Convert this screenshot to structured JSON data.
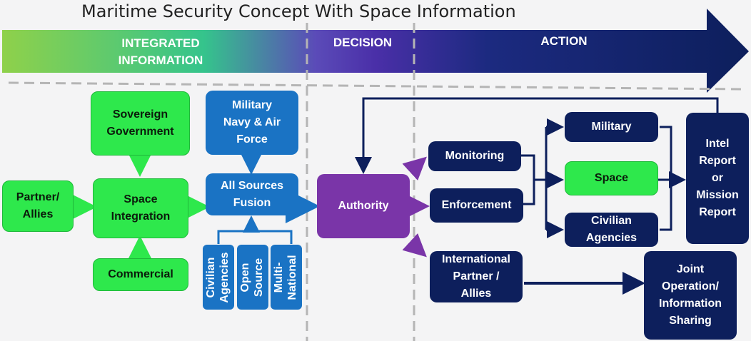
{
  "title": "Maritime Security Concept With Space Information",
  "phases": {
    "integrated_line1": "INTEGRATED",
    "integrated_line2": "INFORMATION",
    "decision": "DECISION",
    "action": "ACTION"
  },
  "nodes": {
    "partner_allies": [
      "Partner/",
      "Allies"
    ],
    "sovereign_government": [
      "Sovereign",
      "Government"
    ],
    "space_integration": [
      "Space",
      "Integration"
    ],
    "commercial": [
      "Commercial"
    ],
    "military_navy_airforce": [
      "Military",
      "Navy & Air",
      "Force"
    ],
    "all_sources_fusion": [
      "All Sources",
      "Fusion"
    ],
    "civilian_agencies_src": [
      "Civilian",
      "Agencies"
    ],
    "open_source": [
      "Open",
      "Source"
    ],
    "multi_national": [
      "Multi-",
      "National"
    ],
    "authority": [
      "Authority"
    ],
    "monitoring": [
      "Monitoring"
    ],
    "enforcement": [
      "Enforcement"
    ],
    "international_partner": [
      "International",
      "Partner /",
      "Allies"
    ],
    "military": [
      "Military"
    ],
    "space": [
      "Space"
    ],
    "civilian_agencies": [
      "Civilian",
      "Agencies"
    ],
    "intel_report": [
      "Intel",
      "Report",
      "or",
      "Mission",
      "Report"
    ],
    "joint_operation": [
      "Joint",
      "Operation/",
      "Information",
      "Sharing"
    ]
  },
  "colors": {
    "green": "#2ee84c",
    "blue": "#1a73c4",
    "navy": "#0d1f5c",
    "purple": "#7a35a8"
  }
}
